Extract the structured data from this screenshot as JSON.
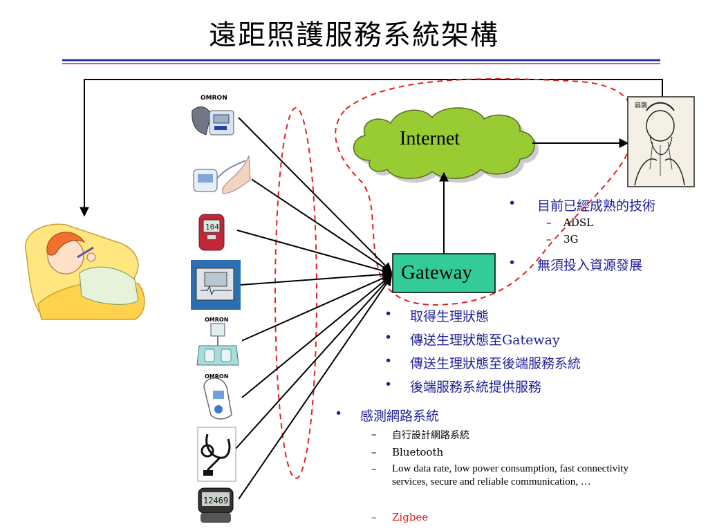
{
  "title": "遠距照護服務系統架構",
  "nodes": {
    "internet": "Internet",
    "gateway": "Gateway"
  },
  "devices": {
    "brand_label": "OMRON",
    "meter_display": "104",
    "pedometer_display": "12469"
  },
  "notes": {
    "mature_tech": {
      "label": "目前已經成熟的技術",
      "items": [
        "ADSL",
        "3G"
      ]
    },
    "no_investment": "無須投入資源發展",
    "gateway_steps": [
      "取得生理狀態",
      "傳送生理狀態至Gateway",
      "傳送生理狀態至後端服務系統",
      "後端服務系統提供服務"
    ],
    "sensor_network": {
      "label": "感測網路系統",
      "items": [
        "自行設計網路系統",
        "Bluetooth",
        "Low data rate, low power consumption, fast connectivity services, secure and reliable communication, …",
        "Zigbee"
      ]
    }
  },
  "colors": {
    "title_rule_blue": "#2233aa",
    "title_rule_red": "#cc2222",
    "cloud_green": "#99cc33",
    "gateway_teal": "#33cc99",
    "text_blue": "#1f1f99",
    "dashed_red": "#e02020",
    "zigbee_red": "#e02020"
  },
  "icons": {
    "bullet": "•",
    "sub_bullet": "–"
  }
}
